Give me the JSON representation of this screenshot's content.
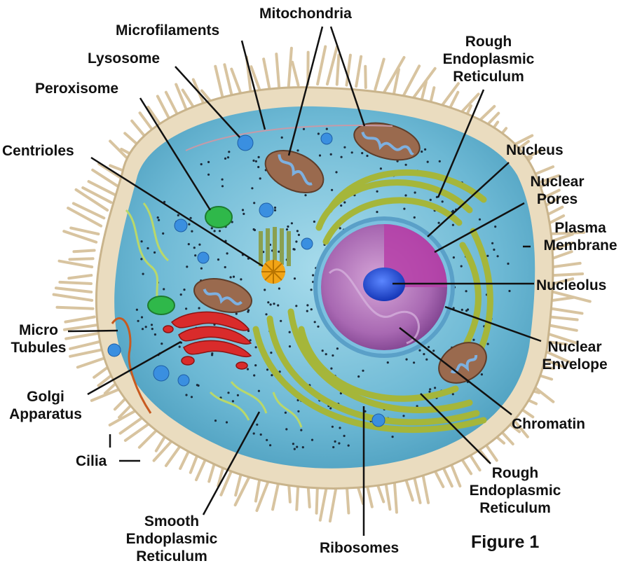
{
  "labels": {
    "microfilaments": "Microfilaments",
    "mitochondria": "Mitochondria",
    "rough_er_top": [
      "Rough",
      "Endoplasmic",
      "Reticulum"
    ],
    "lysosome": "Lysosome",
    "peroxisome": "Peroxisome",
    "centrioles": "Centrioles",
    "nucleus": "Nucleus",
    "nuclear_pores": [
      "Nuclear",
      "Pores"
    ],
    "plasma_membrane": [
      "Plasma",
      "Membrane"
    ],
    "nucleolus": "Nucleolus",
    "micro_tubules": [
      "Micro",
      "Tubules"
    ],
    "nuclear_envelope": [
      "Nuclear",
      "Envelope"
    ],
    "golgi_apparatus": [
      "Golgi",
      "Apparatus"
    ],
    "chromatin": "Chromatin",
    "cilia": "Cilia",
    "rough_er_bottom": [
      "Rough",
      "Endoplasmic",
      "Reticulum"
    ],
    "smooth_er": [
      "Smooth",
      "Endoplasmic",
      "Reticulum"
    ],
    "ribosomes": "Ribosomes"
  },
  "figure_caption": "Figure 1",
  "colors": {
    "cilia": "#d8c4a0",
    "membrane": "#e9dcc0",
    "cytoplasm": "#7fc6dc",
    "nucleus": "#b073b8",
    "nucleolus": "#1f4fd6",
    "rough_er": "#a9b93a",
    "golgi": "#d62b2b",
    "mitochondria": "#9a6a4e",
    "peroxisome": "#2fb84a",
    "lysosome": "#3a8fe0",
    "centriole": "#f2a416"
  }
}
